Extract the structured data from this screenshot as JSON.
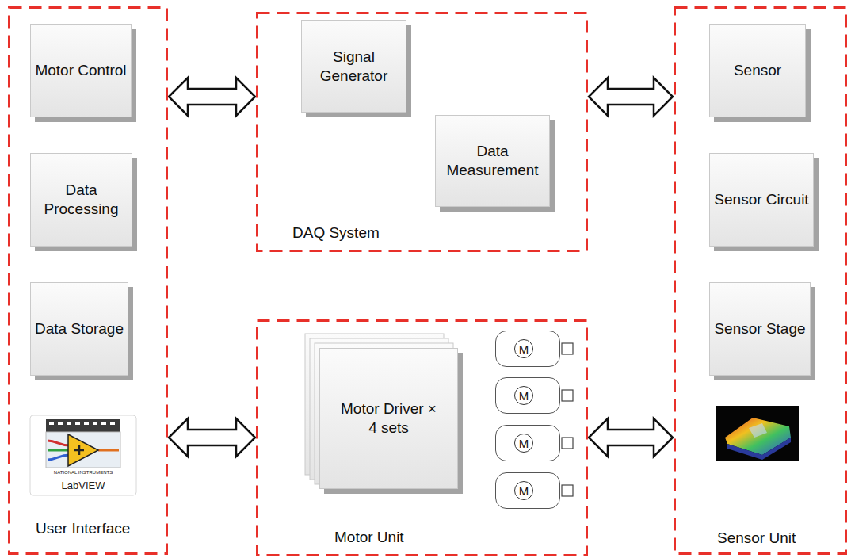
{
  "diagram": {
    "nodes": [
      {
        "text": [
          "User Interface"
        ]
      },
      {
        "text": [
          "Motor Control"
        ],
        "in": 0
      },
      {
        "text": [
          "Data Processing"
        ],
        "in": 0
      },
      {
        "text": [
          "Data Storage"
        ],
        "in": 0
      },
      {
        "text": [
          "DAQ System"
        ]
      },
      {
        "text": [
          "Signal Generator"
        ],
        "in": 4
      },
      {
        "text": [
          "Data Measurement"
        ],
        "in": 4
      },
      {
        "text": [
          "Motor Unit"
        ]
      },
      {
        "text": [
          "Motor Driver × 4 sets"
        ],
        "in": 7
      },
      {
        "text": [
          "M"
        ],
        "in": 7
      },
      {
        "text": [
          "M"
        ],
        "in": 7
      },
      {
        "text": [
          "M"
        ],
        "in": 7
      },
      {
        "text": [
          "M"
        ],
        "in": 7
      },
      {
        "text": [
          "Sensor Unit"
        ]
      },
      {
        "text": [
          "Sensor"
        ],
        "in": 13
      },
      {
        "text": [
          "Sensor Circuit"
        ],
        "in": 13
      },
      {
        "text": [
          "Sensor Stage"
        ],
        "in": 13
      }
    ],
    "edges": [
      {
        "from": 0,
        "to": 4,
        "arrow": "both"
      },
      {
        "from": 0,
        "to": 7,
        "arrow": "both"
      },
      {
        "from": 4,
        "to": 13,
        "arrow": "both"
      },
      {
        "from": 7,
        "to": 13,
        "arrow": "both"
      }
    ],
    "labels": [
      "NATIONAL INSTRUMENTS",
      "LabVIEW"
    ]
  }
}
